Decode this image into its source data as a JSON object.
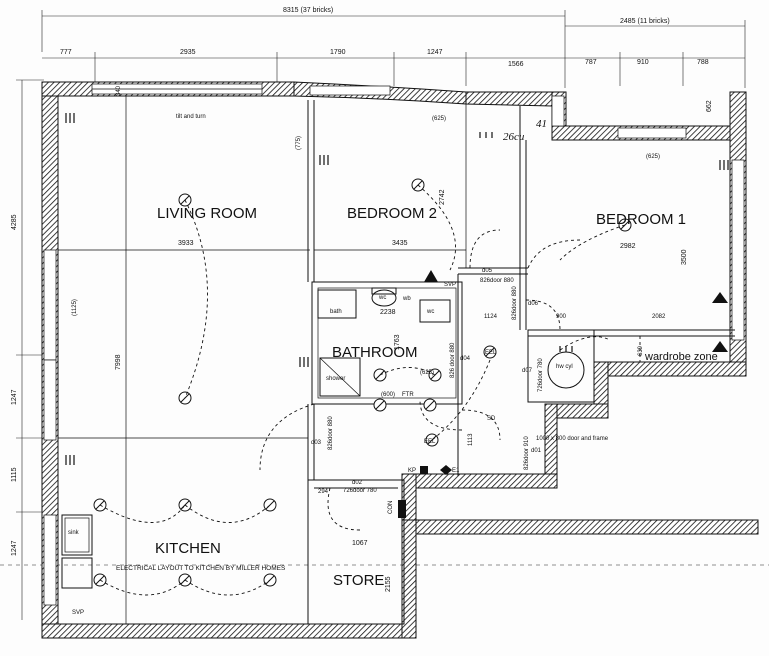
{
  "title": "8315 (37 bricks)",
  "right_top_dim": "2485 (11 bricks)",
  "top_dims": [
    "777",
    "2935",
    "1790",
    "1247",
    "1566",
    "787",
    "910",
    "788"
  ],
  "left_dims": [
    "4285",
    "1247",
    "1115",
    "1247"
  ],
  "right_dim": "662",
  "rooms": {
    "living": "LIVING ROOM",
    "bed2": "BEDROOM 2",
    "bed1": "BEDROOM 1",
    "bath": "BATHROOM",
    "kitchen": "KITCHEN",
    "store": "STORE",
    "wardrobe": "wardrobe zone"
  },
  "interior_dims": {
    "living_w": "3933",
    "living_h": "7998",
    "bed2_w": "3435",
    "bed2_h": "2742",
    "bed1_w": "2982",
    "bed1_h": "3500",
    "bed1_lower": "2082",
    "bath_w": "2238",
    "bath_h": "1763",
    "store_h": "2155",
    "store_w": "1067",
    "hall": "1124",
    "hall2": "1113",
    "window_1125": "(1125)",
    "window_775": "(775)",
    "v625_a": "(625)",
    "v625_b": "(625)",
    "v625_c": "(625)",
    "d340": "340",
    "d900": "900",
    "d639": "639",
    "d294": "294",
    "d600": "(600)"
  },
  "fixtures": {
    "bath": "bath",
    "shower": "shower",
    "wc": "wc",
    "wc2": "wc",
    "wb": "wb",
    "hw_cyl": "hw cyl",
    "sink": "sink",
    "svp1": "SVP",
    "svp2": "SVP",
    "eel1": "EEL",
    "eel2": "EEL",
    "kp": "KP",
    "e1": "E1",
    "con": "CON",
    "ftr": "FTR",
    "sd": "SD",
    "d01": "d01",
    "d02": "d02",
    "d03": "d03",
    "d04": "d04",
    "d05": "d05",
    "d06": "d06",
    "d07": "d07"
  },
  "doors": {
    "d02": "726door 780",
    "d03": "826door 880",
    "d05": "826door 880",
    "d06": "826door 880",
    "d07": "726door 780",
    "d04": "826 door 880",
    "d01": "826door 910",
    "tilt": "tilt and turn"
  },
  "notes": {
    "kitchen": "ELECTRICAL LAYOUT TO KITCHEN BY MILLER HOMES",
    "hall": "1000 x 800 door and frame",
    "handwritten": "26cu",
    "handwritten2": "41"
  }
}
